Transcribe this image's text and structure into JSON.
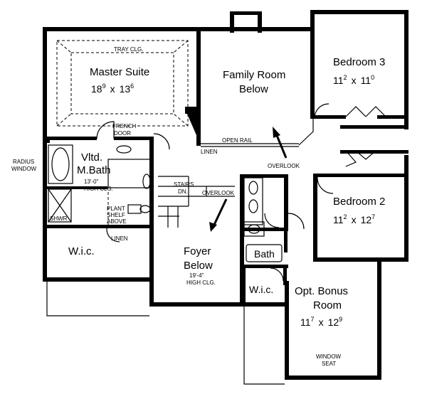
{
  "rooms": {
    "master": {
      "name": "Master Suite",
      "dim_a": "18",
      "dim_a_sup": "9",
      "x": "x",
      "dim_b": "13",
      "dim_b_sup": "6",
      "ceiling": "TRAY CLG."
    },
    "family": {
      "line1": "Family Room",
      "line2": "Below"
    },
    "bed3": {
      "name": "Bedroom 3",
      "dim_a": "11",
      "dim_a_sup": "2",
      "x": "x",
      "dim_b": "11",
      "dim_b_sup": "0"
    },
    "bed2": {
      "name": "Bedroom 2",
      "dim_a": "11",
      "dim_a_sup": "2",
      "x": "x",
      "dim_b": "12",
      "dim_b_sup": "7"
    },
    "mbath": {
      "line1": "Vltd.",
      "line2": "M.Bath",
      "ceiling1": "13'-0\"",
      "ceiling2": "HIGH CLG."
    },
    "foyer": {
      "line1": "Foyer",
      "line2": "Below",
      "ceiling1": "19'-4\"",
      "ceiling2": "HIGH CLG."
    },
    "bonus": {
      "line1": "Opt. Bonus",
      "line2": "Room",
      "dim_a": "11",
      "dim_a_sup": "7",
      "x": "x",
      "dim_b": "12",
      "dim_b_sup": "9",
      "seat1": "WINDOW",
      "seat2": "SEAT"
    },
    "wic_master": "W.i.c.",
    "wic_small": "W.i.c.",
    "bath": "Bath"
  },
  "labels": {
    "french_door_1": "FRENCH",
    "french_door_2": "DOOR",
    "radius_window_1": "RADIUS",
    "radius_window_2": "WINDOW",
    "linen_top": "LINEN",
    "linen_bottom": "LINEN",
    "open_rail": "OPEN RAIL",
    "overlook_right": "OVERLOOK",
    "overlook_stairs": "OVERLOOK",
    "stairs_1": "STAIRS",
    "stairs_2": "DN.",
    "shwr": "SHWR",
    "plant_1": "PLANT",
    "plant_2": "SHELF",
    "plant_3": "ABOVE"
  }
}
